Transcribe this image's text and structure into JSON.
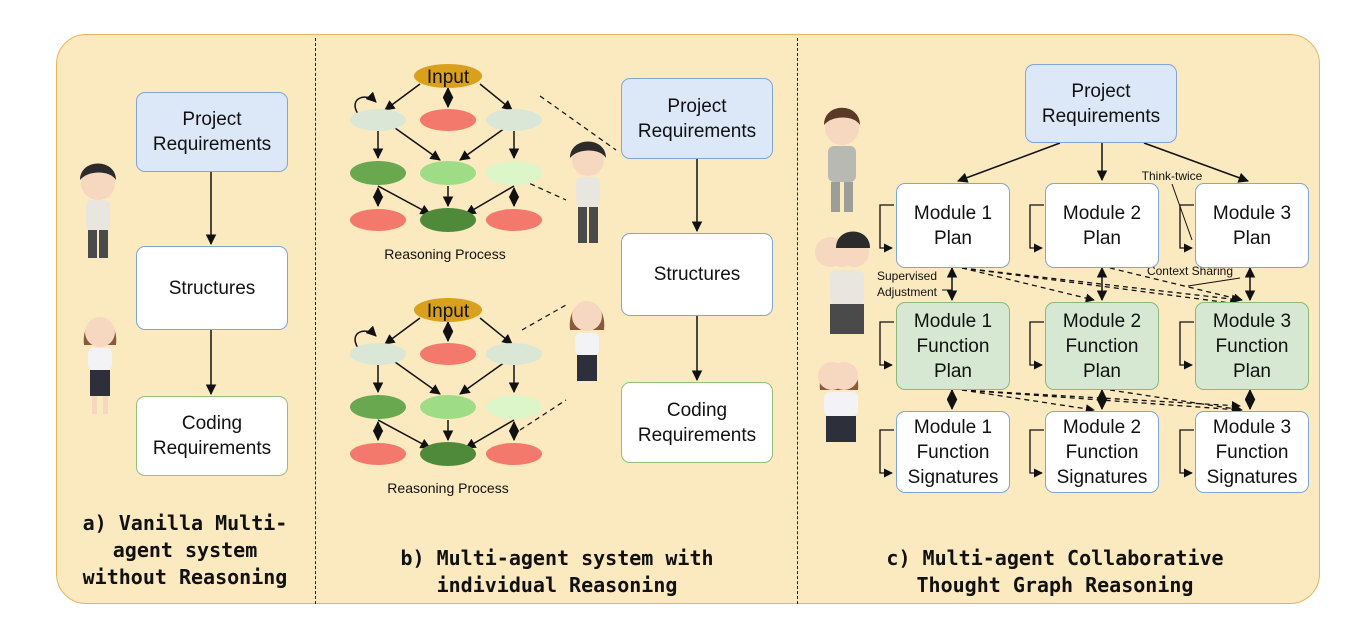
{
  "panel_a": {
    "boxes": [
      "Project\nRequirements",
      "Structures",
      "Coding\nRequirements"
    ],
    "caption": "a) Vanilla Multi-\nagent system\nwithout Reasoning"
  },
  "panel_b": {
    "input_label": "Input",
    "reasoning_label": "Reasoning Process",
    "boxes": [
      "Project\nRequirements",
      "Structures",
      "Coding\nRequirements"
    ],
    "caption": "b) Multi-agent system with\nindividual Reasoning"
  },
  "panel_c": {
    "top_box": "Project\nRequirements",
    "plan_boxes": [
      "Module 1\nPlan",
      "Module 2\nPlan",
      "Module 3\nPlan"
    ],
    "function_plan_boxes": [
      "Module 1\nFunction\nPlan",
      "Module 2\nFunction\nPlan",
      "Module 3\nFunction\nPlan"
    ],
    "signature_boxes": [
      "Module 1\nFunction\nSignatures",
      "Module 2\nFunction\nSignatures",
      "Module 3\nFunction\nSignatures"
    ],
    "think_twice_label": "Think-twice",
    "context_sharing_label": "Context Sharing",
    "supervised_label_line1": "Supervised",
    "supervised_label_line2": "Adjustment",
    "caption": "c) Multi-agent Collaborative\nThought Graph Reasoning"
  },
  "colors": {
    "panel_bg": "#fbe9bf",
    "panel_border": "#e8b45e",
    "box_blue": "#dce8f7",
    "box_green": "#d6e8d2",
    "input_node": "#d9a01b",
    "node_light": "#dbe7d6",
    "node_red": "#f2796b",
    "node_mid": "#9fdc86",
    "node_dark": "#6aa84f",
    "node_darkest": "#4f8a3a",
    "node_pale": "#dcf5c9"
  },
  "icons": [
    "agent-man-icon",
    "agent-woman-icon",
    "agent-group-icon"
  ]
}
